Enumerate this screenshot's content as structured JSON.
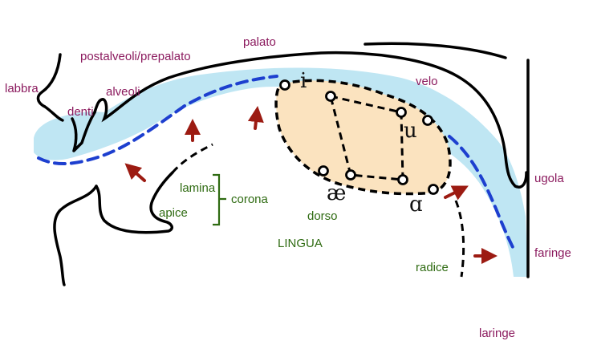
{
  "labels": {
    "labbra": "labbra",
    "denti": "denti",
    "alveoli": "alveoli",
    "postalveoli": "postalveoli/prepalato",
    "palato": "palato",
    "velo": "velo",
    "ugola": "ugola",
    "faringe": "faringe",
    "laringe": "laringe",
    "lamina": "lamina",
    "apice": "apice",
    "corona": "corona",
    "dorso": "dorso",
    "lingua": "LINGUA",
    "radice": "radice"
  },
  "vowels": {
    "i": "i",
    "u": "u",
    "ae": "æ",
    "a": "ɑ"
  },
  "colors": {
    "anatomy_label": "#8b1a5e",
    "tongue_label": "#2f6b12",
    "airway": "#bfe6f3",
    "vowel_space": "#fbe3bf",
    "dashed_tongue_line": "#1d3fcf",
    "arrow": "#9c1b12",
    "outline": "#000000"
  }
}
